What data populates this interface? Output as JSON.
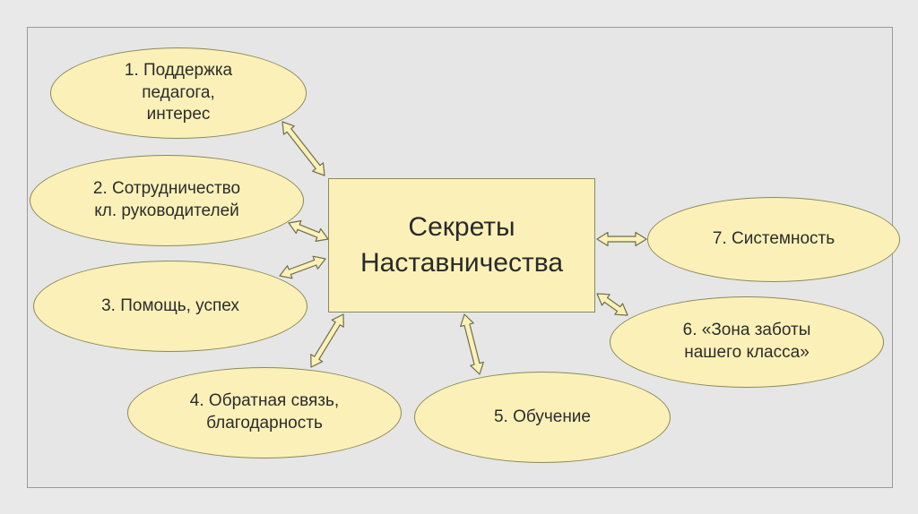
{
  "diagram": {
    "center": {
      "label": "Секреты\nНаставничества"
    },
    "nodes": [
      {
        "id": "1",
        "label": "1. Поддержка\nпедагога,\nинтерес"
      },
      {
        "id": "2",
        "label": "2. Сотрудничество\nкл. руководителей"
      },
      {
        "id": "3",
        "label": "3. Помощь, успех"
      },
      {
        "id": "4",
        "label": "4. Обратная связь,\nблагодарность"
      },
      {
        "id": "5",
        "label": "5. Обучение"
      },
      {
        "id": "6",
        "label": "6. «Зона заботы\nнашего класса»"
      },
      {
        "id": "7",
        "label": "7. Системность"
      }
    ],
    "colors": {
      "fill": "#fbf1b8",
      "stroke": "#8a8a5a",
      "arrow_fill": "#fbf1b8",
      "arrow_stroke": "#6e6e4a",
      "background": "#e6e6e6"
    }
  }
}
